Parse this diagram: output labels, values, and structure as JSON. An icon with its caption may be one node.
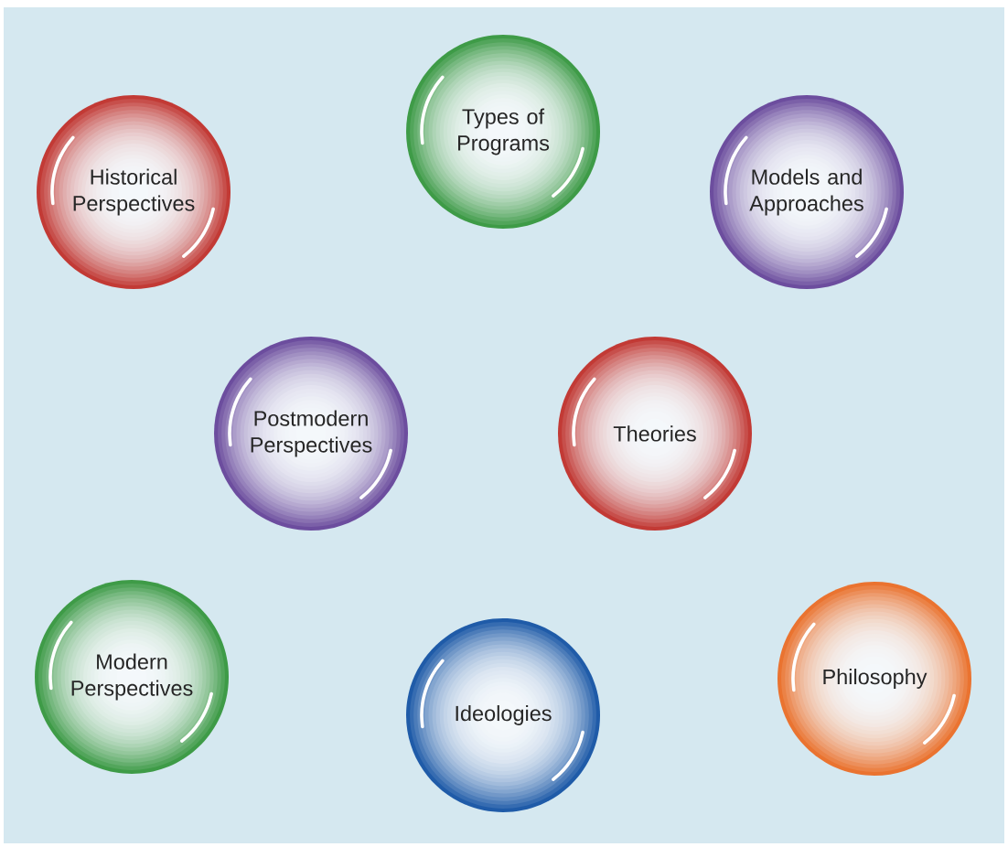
{
  "diagram": {
    "nodes": [
      {
        "text": [
          "Historical Perspectives"
        ]
      },
      {
        "text": [
          "Types of Programs"
        ]
      },
      {
        "text": [
          "Models and Approaches"
        ]
      },
      {
        "text": [
          "Postmodern Perspectives"
        ]
      },
      {
        "text": [
          "Theories"
        ]
      },
      {
        "text": [
          "Modern Perspectives"
        ]
      },
      {
        "text": [
          "Ideologies"
        ]
      },
      {
        "text": [
          "Philosophy"
        ]
      }
    ]
  }
}
